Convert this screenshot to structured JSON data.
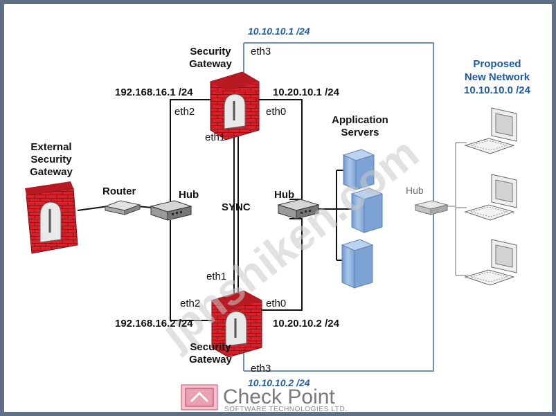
{
  "nodes": {
    "external_gateway": {
      "line1": "External",
      "line2": "Security",
      "line3": "Gateway"
    },
    "router": "Router",
    "hub_left": "Hub",
    "hub_middle": "Hub",
    "hub_right": "Hub",
    "gateway_top": {
      "line1": "Security",
      "line2": "Gateway"
    },
    "gateway_bottom": {
      "line1": "Security",
      "line2": "Gateway"
    },
    "app_servers": {
      "line1": "Application",
      "line2": "Servers"
    },
    "new_network": {
      "line1": "Proposed",
      "line2": "New Network",
      "line3": "10.10.10.0 /24"
    },
    "sync": "SYNC"
  },
  "interfaces": {
    "top_eth3": "eth3",
    "top_eth2": "eth2",
    "top_eth0": "eth0",
    "top_eth1": "eth1",
    "bottom_eth1": "eth1",
    "bottom_eth2": "eth2",
    "bottom_eth0": "eth0",
    "bottom_eth3": "eth3"
  },
  "addresses": {
    "top_external": "192.168.16.1 /24",
    "top_internal": "10.20.10.1 /24",
    "top_new": "10.10.10.1 /24",
    "bottom_external": "192.168.16.2 /24",
    "bottom_internal": "10.20.10.2 /24",
    "bottom_new": "10.10.10.2 /24"
  },
  "watermark": "jpnshiken.com",
  "logo": {
    "brand": "Check Point",
    "tagline": "SOFTWARE TECHNOLOGIES LTD."
  },
  "colors": {
    "firewall": "#d8202a",
    "link_blue": "#6f8fb6",
    "server": "#8db2e0",
    "text_blue": "#1e5aa6"
  }
}
